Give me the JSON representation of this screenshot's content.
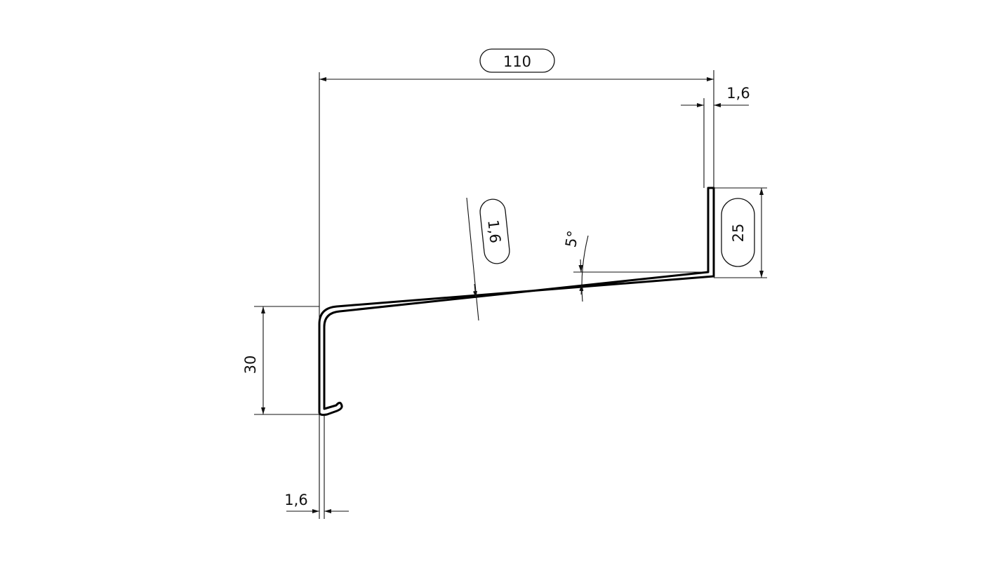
{
  "drawing": {
    "width_dim": "110",
    "top_thickness_dim": "1,6",
    "bottom_thickness_dim": "1,6",
    "drop_height_dim": "30",
    "upstand_height_dim": "25",
    "sheet_thickness_dim": "1,6",
    "slope_angle_dim": "5°"
  }
}
